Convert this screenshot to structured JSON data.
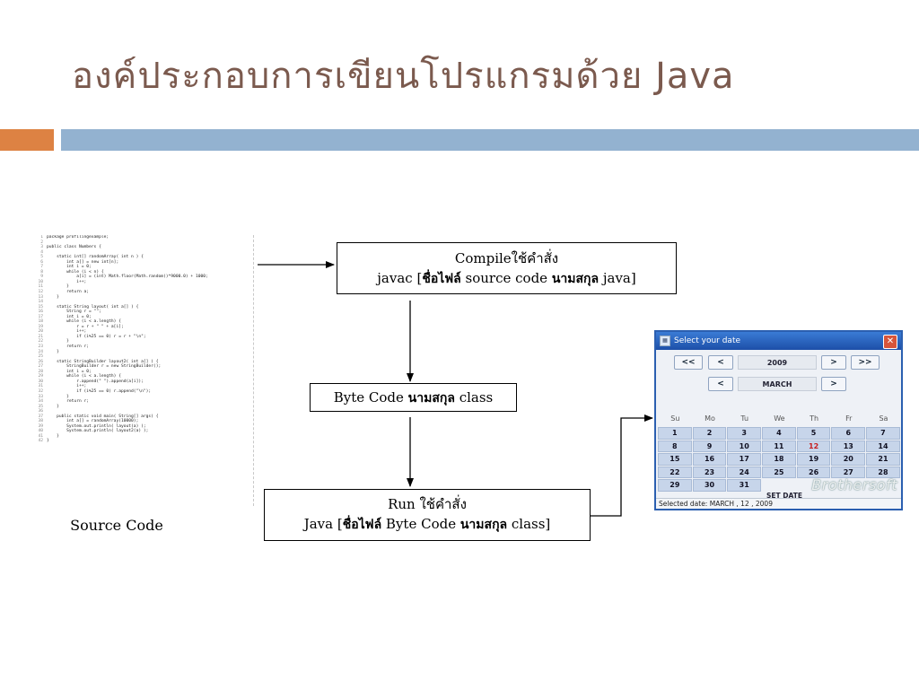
{
  "title": "องค์ประกอบการเขียนโปรแกรมด้วย Java",
  "source_code": {
    "caption": "Source Code",
    "lines": [
      {
        "n": "1",
        "t": "package profilingexample;"
      },
      {
        "n": "2",
        "t": ""
      },
      {
        "n": "3",
        "t": "public class Numbers {"
      },
      {
        "n": "4",
        "t": ""
      },
      {
        "n": "5",
        "t": "    static int[] randomArray( int n ) {"
      },
      {
        "n": "6",
        "t": "        int a[] = new int[n];"
      },
      {
        "n": "7",
        "t": "        int i = 0;"
      },
      {
        "n": "8",
        "t": "        while (i < n) {"
      },
      {
        "n": "9",
        "t": "            a[i] = (int) Math.floor(Math.random()*9000.0) + 1000;"
      },
      {
        "n": "10",
        "t": "            i++;"
      },
      {
        "n": "11",
        "t": "        }"
      },
      {
        "n": "12",
        "t": "        return a;"
      },
      {
        "n": "13",
        "t": "    }"
      },
      {
        "n": "14",
        "t": ""
      },
      {
        "n": "15",
        "t": "    static String layout( int a[] ) {"
      },
      {
        "n": "16",
        "t": "        String r = \"\";"
      },
      {
        "n": "17",
        "t": "        int i = 0;"
      },
      {
        "n": "18",
        "t": "        while (i < a.length) {"
      },
      {
        "n": "19",
        "t": "            r = r + \" \" + a[i];"
      },
      {
        "n": "20",
        "t": "            i++;"
      },
      {
        "n": "21",
        "t": "            if (i%25 == 0) r = r + \"\\n\";"
      },
      {
        "n": "22",
        "t": "        }"
      },
      {
        "n": "23",
        "t": "        return r;"
      },
      {
        "n": "24",
        "t": "    }"
      },
      {
        "n": "25",
        "t": ""
      },
      {
        "n": "26",
        "t": "    static StringBuilder layout2( int a[] ) {"
      },
      {
        "n": "27",
        "t": "        StringBuilder r = new StringBuilder();"
      },
      {
        "n": "28",
        "t": "        int i = 0;"
      },
      {
        "n": "29",
        "t": "        while (i < a.length) {"
      },
      {
        "n": "30",
        "t": "            r.append(\" \").append(a[i]);"
      },
      {
        "n": "31",
        "t": "            i++;"
      },
      {
        "n": "32",
        "t": "            if (i%25 == 0) r.append(\"\\n\");"
      },
      {
        "n": "33",
        "t": "        }"
      },
      {
        "n": "34",
        "t": "        return r;"
      },
      {
        "n": "35",
        "t": "    }"
      },
      {
        "n": "36",
        "t": ""
      },
      {
        "n": "37",
        "t": "    public static void main( String[] args) {"
      },
      {
        "n": "38",
        "t": "        int a[] = randomArray(10000);"
      },
      {
        "n": "39",
        "t": "        System.out.println( layout(a) );"
      },
      {
        "n": "40",
        "t": "        System.out.println( layout2(a) );"
      },
      {
        "n": "41",
        "t": "    }"
      },
      {
        "n": "42",
        "t": "}"
      }
    ]
  },
  "flow": {
    "compile": {
      "line1": "Compileใช้คำสั่ง",
      "line2_pre": "javac [",
      "line2_b1": "ชื่อไฟล์",
      "line2_mid": " source code ",
      "line2_b2": "นามสกุล",
      "line2_post": " java]"
    },
    "bytecode": {
      "pre": "Byte Code ",
      "b": "นามสกุล",
      "post": " class"
    },
    "run": {
      "line1": "Run ใช้คำสั่ง",
      "line2_pre": "Java [",
      "line2_b1": "ชื่อไฟล์",
      "line2_mid": " Byte Code ",
      "line2_b2": "นามสกุล",
      "line2_post": " class]"
    }
  },
  "date_picker": {
    "title": "Select your date",
    "prev_year_btn": "<<",
    "prev_btn": "<",
    "year": "2009",
    "next_btn": ">",
    "next_year_btn": ">>",
    "month_prev_btn": "<",
    "month": "MARCH",
    "month_next_btn": ">",
    "weekdays": [
      "Su",
      "Mo",
      "Tu",
      "We",
      "Th",
      "Fr",
      "Sa"
    ],
    "weeks": [
      [
        "1",
        "2",
        "3",
        "4",
        "5",
        "6",
        "7"
      ],
      [
        "8",
        "9",
        "10",
        "11",
        "12",
        "13",
        "14"
      ],
      [
        "15",
        "16",
        "17",
        "18",
        "19",
        "20",
        "21"
      ],
      [
        "22",
        "23",
        "24",
        "25",
        "26",
        "27",
        "28"
      ],
      [
        "29",
        "30",
        "31",
        "",
        "",
        "",
        ""
      ]
    ],
    "selected_day": "12",
    "status": "Selected date:   MARCH , 12 , 2009",
    "set_date_btn": "SET DATE",
    "watermark": "Brothersoft"
  }
}
